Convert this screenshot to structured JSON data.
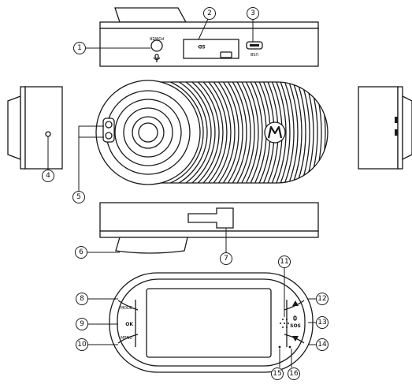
{
  "callouts": [
    "1",
    "2",
    "3",
    "4",
    "5",
    "6",
    "7",
    "8",
    "9",
    "10",
    "11",
    "12",
    "13",
    "14",
    "15",
    "16"
  ],
  "labels": {
    "power": "POWER",
    "sd": "SD",
    "usb": "USB",
    "mode": "MODE",
    "ok": "OK",
    "menu": "MENU",
    "sos": "SOS"
  },
  "icons": {
    "mic": "microphone-icon",
    "up": "triangle-up-icon",
    "down": "triangle-down-icon",
    "logo": "motorola-logo-icon"
  }
}
